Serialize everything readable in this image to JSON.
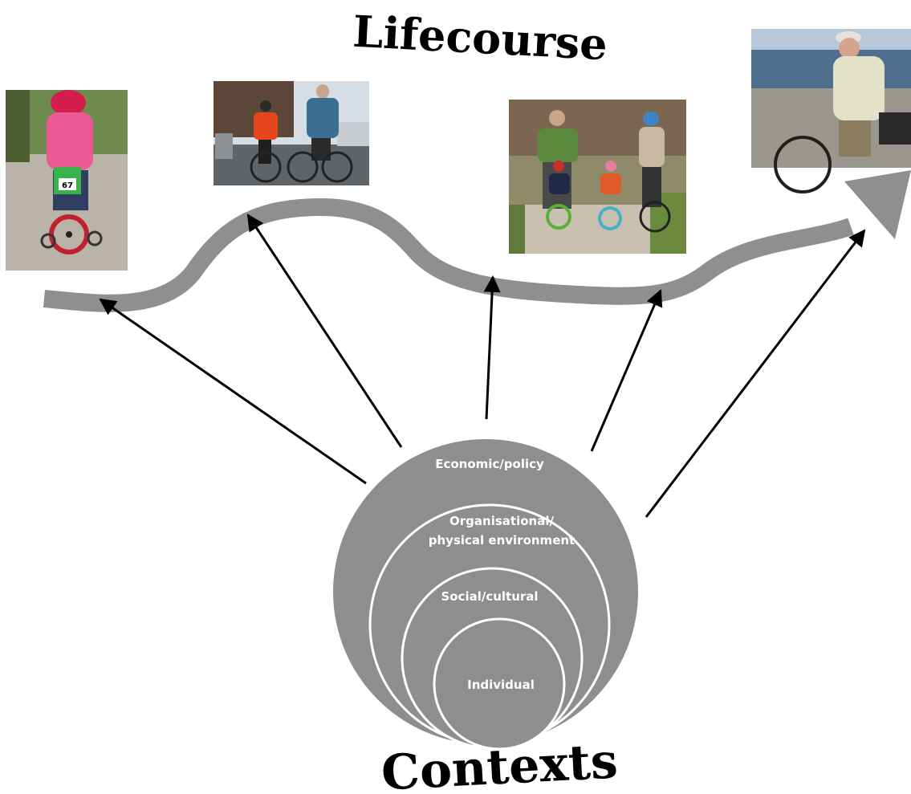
{
  "title_top": "Lifecourse",
  "title_bottom": "Contexts",
  "context_rings": [
    {
      "id": "economic",
      "lines": [
        "Economic/policy"
      ]
    },
    {
      "id": "organisational",
      "lines": [
        "Organisational/",
        "physical environment"
      ]
    },
    {
      "id": "social",
      "lines": [
        "Social/cultural"
      ]
    },
    {
      "id": "individual",
      "lines": [
        "Individual"
      ]
    }
  ],
  "photos": [
    {
      "id": "child-on-trike",
      "subject": "young child in pink jacket and helmet on a training-wheel bike",
      "bib_number": "67"
    },
    {
      "id": "commuters",
      "subject": "two adult commuters cycling on a road"
    },
    {
      "id": "family-ride",
      "subject": "family with two children cycling on a path"
    },
    {
      "id": "older-man",
      "subject": "older man in cap cycling by the sea"
    }
  ],
  "colors": {
    "ring_fill": "#8e8e8e",
    "ring_stroke": "#ffffff",
    "lifecourse_arrow": "#8f8f8f",
    "connector_arrows": "#000000"
  }
}
